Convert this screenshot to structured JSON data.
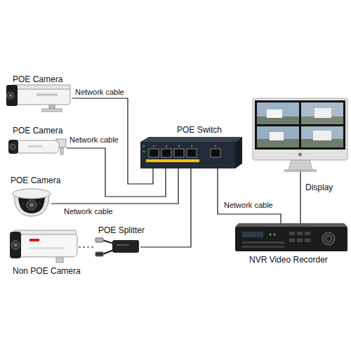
{
  "diagram": {
    "nodes": [
      {
        "text": [
          "POE Camera"
        ]
      },
      {
        "text": [
          "POE Camera"
        ]
      },
      {
        "text": [
          "POE Switch"
        ]
      },
      {
        "text": [
          "Display"
        ]
      },
      {
        "text": [
          "POE Camera"
        ]
      },
      {
        "text": [
          "POE Splitter"
        ]
      },
      {
        "text": [
          "Non POE Camera"
        ]
      },
      {
        "text": [
          "NVR Video Recorder"
        ]
      }
    ],
    "edges": [
      {
        "from": 0,
        "to": 2,
        "label": "Network cable",
        "arrow": "none"
      },
      {
        "from": 1,
        "to": 2,
        "label": "Network cable",
        "arrow": "none"
      },
      {
        "from": 4,
        "to": 2,
        "label": "Network cable",
        "arrow": "none"
      },
      {
        "from": 6,
        "to": 5,
        "arrow": "none"
      },
      {
        "from": 5,
        "to": 2,
        "arrow": "none"
      },
      {
        "from": 2,
        "to": 7,
        "label": "Network cable",
        "arrow": "none"
      },
      {
        "from": 7,
        "to": 3,
        "arrow": "none"
      }
    ]
  }
}
